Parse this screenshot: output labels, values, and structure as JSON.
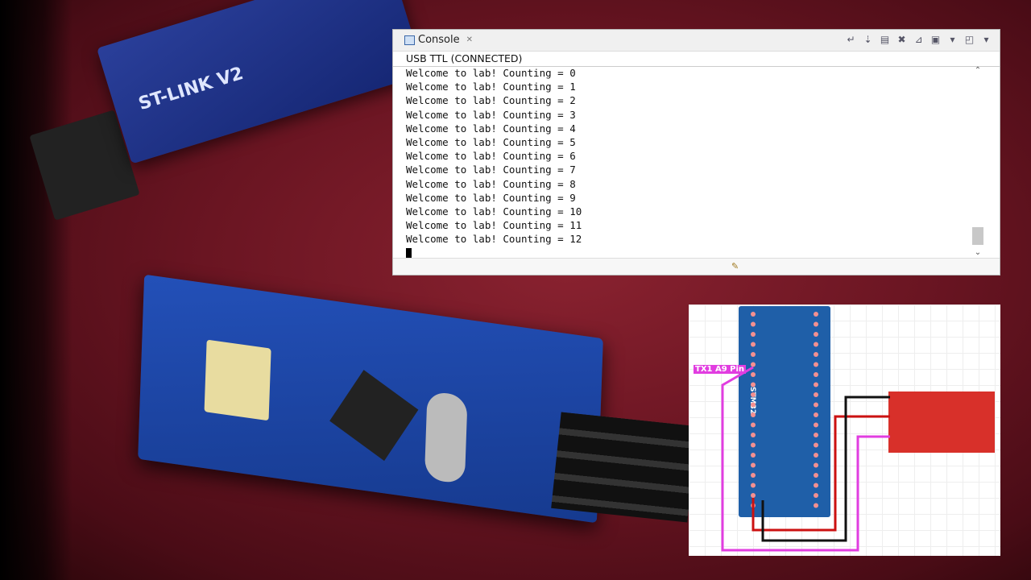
{
  "photo": {
    "stlink_label": "ST-LINK V2",
    "board_label": "STM32"
  },
  "console": {
    "tab_label": "Console",
    "tab_close": "✕",
    "connection": "USB TTL (CONNECTED)",
    "toolbar_icons": [
      "word-wrap-icon",
      "scroll-lock-icon",
      "clear-console-icon",
      "terminate-icon",
      "pin-console-icon",
      "display-console-icon",
      "dropdown-icon",
      "open-console-icon",
      "dropdown-icon"
    ],
    "lines": [
      "Welcome to lab! Counting = 0",
      "Welcome to lab! Counting = 1",
      "Welcome to lab! Counting = 2",
      "Welcome to lab! Counting = 3",
      "Welcome to lab! Counting = 4",
      "Welcome to lab! Counting = 5",
      "Welcome to lab! Counting = 6",
      "Welcome to lab! Counting = 7",
      "Welcome to lab! Counting = 8",
      "Welcome to lab! Counting = 9",
      "Welcome to lab! Counting = 10",
      "Welcome to lab! Counting = 11",
      "Welcome to lab! Counting = 12"
    ]
  },
  "diagram": {
    "tx_label": "TX1 A9 Pin",
    "wire_colors": {
      "tx": "#e13de0",
      "power": "#cc1111",
      "ground": "#111111"
    }
  }
}
